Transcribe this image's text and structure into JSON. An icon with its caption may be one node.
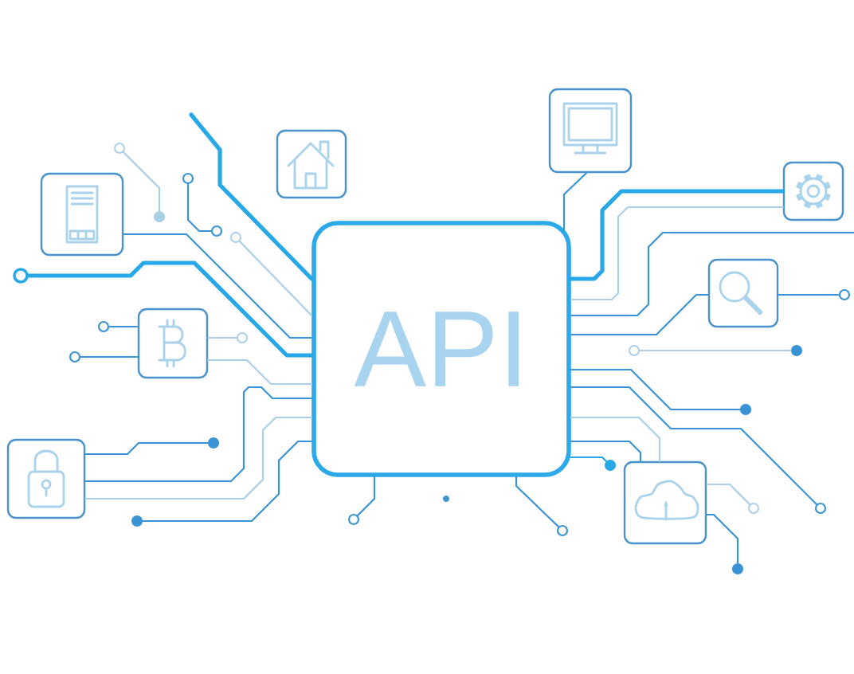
{
  "diagram": {
    "nodes": [
      {
        "text": [],
        "shape": "box"
      },
      {
        "text": [],
        "shape": "box"
      },
      {
        "text": [],
        "shape": "box"
      },
      {
        "text": [],
        "shape": "box"
      },
      {
        "text": [
          "API"
        ]
      },
      {
        "text": [],
        "shape": "box"
      },
      {
        "text": [],
        "shape": "box"
      },
      {
        "text": [],
        "shape": "box"
      },
      {
        "text": [],
        "shape": "box"
      },
      {
        "text": [],
        "shape": "circle"
      },
      {
        "text": [],
        "shape": "circle"
      },
      {
        "text": [],
        "shape": "dot"
      },
      {
        "text": [],
        "shape": "circle"
      },
      {
        "text": [],
        "shape": "circle"
      },
      {
        "text": [],
        "shape": "circle"
      },
      {
        "text": [],
        "shape": "circle"
      },
      {
        "text": [],
        "shape": "circle"
      },
      {
        "text": [],
        "shape": "circle"
      },
      {
        "text": [],
        "shape": "circle"
      },
      {
        "text": [],
        "shape": "dot"
      },
      {
        "text": [],
        "shape": "circle"
      },
      {
        "text": [],
        "shape": "dot"
      },
      {
        "text": [],
        "shape": "dot"
      },
      {
        "text": [],
        "shape": "dot"
      },
      {
        "text": [],
        "shape": "circle"
      },
      {
        "text": [],
        "shape": "circle"
      },
      {
        "text": [],
        "shape": "circle"
      },
      {
        "text": [],
        "shape": "dot"
      },
      {
        "text": [],
        "shape": "circle"
      },
      {
        "text": [],
        "shape": "dot"
      }
    ],
    "edges": [
      {
        "from": 4,
        "to": null,
        "arrow": "none",
        "style": "thick",
        "color": "#29a8e8"
      },
      {
        "from": 3,
        "to": 4,
        "arrow": "none"
      },
      {
        "from": 4,
        "to": 14,
        "arrow": "none",
        "style": "thick",
        "color": "#29a8e8"
      },
      {
        "from": 4,
        "to": 13,
        "arrow": "none",
        "color": "#a9cfe9"
      },
      {
        "from": 6,
        "to": 16,
        "arrow": "none"
      },
      {
        "from": 6,
        "to": 20,
        "arrow": "none"
      },
      {
        "from": 6,
        "to": 17,
        "arrow": "none",
        "color": "#a9cfe9"
      },
      {
        "from": 6,
        "to": 4,
        "arrow": "none",
        "color": "#a9cfe9"
      },
      {
        "from": 7,
        "to": 22,
        "arrow": "none"
      },
      {
        "from": 7,
        "to": 4,
        "arrow": "none"
      },
      {
        "from": 7,
        "to": 4,
        "arrow": "none",
        "color": "#a9cfe9"
      },
      {
        "from": 4,
        "to": 27,
        "arrow": "none"
      },
      {
        "from": 4,
        "to": 26,
        "arrow": "none"
      },
      {
        "from": 4,
        "to": 28,
        "arrow": "none"
      },
      {
        "from": 0,
        "to": 4,
        "arrow": "none"
      },
      {
        "from": 2,
        "to": 4,
        "arrow": "none",
        "style": "thick",
        "color": "#29a8e8"
      },
      {
        "from": 2,
        "to": 4,
        "arrow": "none",
        "color": "#a9cfe9"
      },
      {
        "from": 4,
        "to": null,
        "arrow": "none"
      },
      {
        "from": 5,
        "to": 4,
        "arrow": "none"
      },
      {
        "from": 5,
        "to": 15,
        "arrow": "none"
      },
      {
        "from": 4,
        "to": 21,
        "arrow": "none"
      },
      {
        "from": 4,
        "to": 25,
        "arrow": "none"
      },
      {
        "from": 4,
        "to": 8,
        "arrow": "none",
        "color": "#a9cfe9"
      },
      {
        "from": 4,
        "to": 8,
        "arrow": "none"
      },
      {
        "from": 4,
        "to": 23,
        "arrow": "none",
        "color": "#29a8e8"
      },
      {
        "from": 8,
        "to": 24,
        "arrow": "none",
        "color": "#a9cfe9"
      },
      {
        "from": 8,
        "to": 29,
        "arrow": "none"
      },
      {
        "from": 9,
        "to": 11,
        "arrow": "none",
        "color": "#a9cfe9"
      },
      {
        "from": 10,
        "to": 12,
        "arrow": "none"
      },
      {
        "from": 18,
        "to": 19,
        "arrow": "none",
        "color": "#a9cfe9"
      }
    ]
  }
}
